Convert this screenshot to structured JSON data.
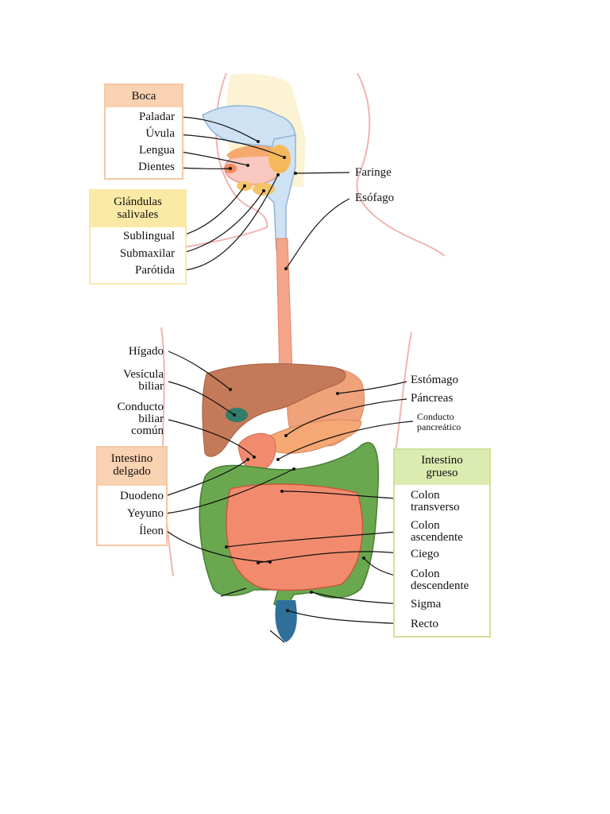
{
  "groups": {
    "boca": "Boca",
    "glandulas": "Glándulas\nsalivales",
    "delgado": "Intestino\ndelgado",
    "grueso": "Intestino\ngrueso"
  },
  "labels": {
    "paladar": "Paladar",
    "uvula": "Úvula",
    "lengua": "Lengua",
    "dientes": "Dientes",
    "sublingual": "Sublingual",
    "submaxilar": "Submaxilar",
    "parotida": "Parótida",
    "faringe": "Faringe",
    "esofago": "Esófago",
    "higado": "Hígado",
    "vesicula": "Vesícula\nbiliar",
    "conducto_biliar": "Conducto\nbiliar\ncomún",
    "estomago": "Estómago",
    "pancreas": "Páncreas",
    "conducto_pancreatico": "Conducto\npancreático",
    "duodeno": "Duodeno",
    "yeyuno": "Yeyuno",
    "ileon": "Íleon",
    "colon_transverso": "Colon\ntransverso",
    "colon_ascendente": "Colon\nascendente",
    "ciego": "Ciego",
    "colon_descendente": "Colon\ndescendente",
    "sigma": "Sigma",
    "recto": "Recto"
  },
  "colors": {
    "body_outline": "#f2b3b3",
    "liver": "#c47a58",
    "stomach": "#f0a27a",
    "large_intestine": "#6aa84f",
    "small_intestine": "#f28b6e",
    "esophagus": "#f4a58a",
    "gallbladder": "#2f7d6a",
    "rectum": "#2f6f9a",
    "leader_line": "#111111"
  }
}
